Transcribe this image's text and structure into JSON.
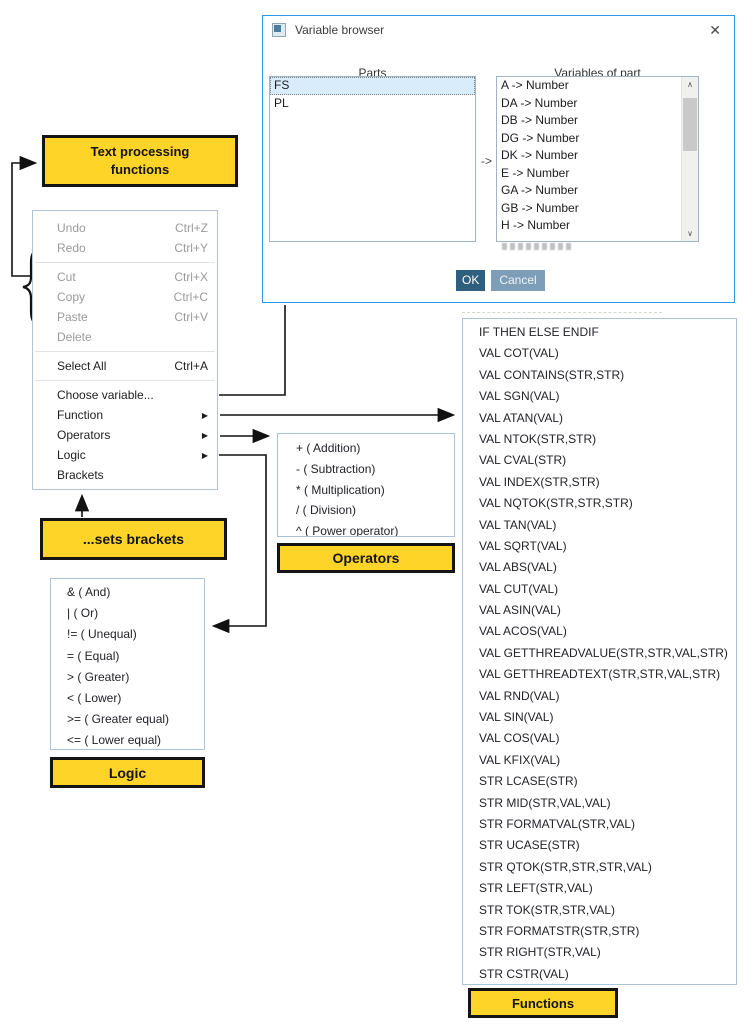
{
  "icons": {
    "close": "✕",
    "scroll_up": "∧",
    "scroll_down": "∨",
    "submenu_arrow": "▶"
  },
  "dialog": {
    "title": "Variable browser",
    "parts_label": "Parts",
    "variables_label": "Variables of part",
    "transfer_glyph": "->",
    "parts": [
      {
        "label": "FS",
        "selected": true
      },
      {
        "label": "PL",
        "selected": false
      }
    ],
    "variables": [
      "A -> Number",
      "DA -> Number",
      "DB -> Number",
      "DG -> Number",
      "DK -> Number",
      "E -> Number",
      "GA -> Number",
      "GB -> Number",
      "H -> Number"
    ],
    "ok_label": "OK",
    "cancel_label": "Cancel"
  },
  "context_menu": {
    "items": [
      {
        "label": "Undo",
        "shortcut": "Ctrl+Z",
        "disabled": true
      },
      {
        "label": "Redo",
        "shortcut": "Ctrl+Y",
        "disabled": true
      },
      {
        "separator": true
      },
      {
        "label": "Cut",
        "shortcut": "Ctrl+X",
        "disabled": true
      },
      {
        "label": "Copy",
        "shortcut": "Ctrl+C",
        "disabled": true
      },
      {
        "label": "Paste",
        "shortcut": "Ctrl+V",
        "disabled": true
      },
      {
        "label": "Delete",
        "disabled": true
      },
      {
        "separator": true
      },
      {
        "label": "Select All",
        "shortcut": "Ctrl+A"
      },
      {
        "separator": true
      },
      {
        "label": "Choose variable..."
      },
      {
        "label": "Function",
        "submenu": true
      },
      {
        "label": "Operators",
        "submenu": true
      },
      {
        "label": "Logic",
        "submenu": true
      },
      {
        "label": "Brackets"
      }
    ]
  },
  "operators_menu": {
    "label": "Operators",
    "items": [
      "+ ( Addition)",
      "- ( Subtraction)",
      "* ( Multiplication)",
      "/ ( Division)",
      "^ ( Power operator)"
    ]
  },
  "logic_menu": {
    "label": "Logic",
    "items": [
      "& ( And)",
      "| ( Or)",
      "!= ( Unequal)",
      "= ( Equal)",
      "> ( Greater)",
      "< ( Lower)",
      ">= ( Greater equal)",
      "<= ( Lower equal)"
    ]
  },
  "functions_list": {
    "label": "Functions",
    "items": [
      "IF THEN ELSE ENDIF",
      "VAL COT(VAL)",
      "VAL CONTAINS(STR,STR)",
      "VAL SGN(VAL)",
      "VAL ATAN(VAL)",
      "VAL NTOK(STR,STR)",
      "VAL CVAL(STR)",
      "VAL INDEX(STR,STR)",
      "VAL NQTOK(STR,STR,STR)",
      "VAL TAN(VAL)",
      "VAL SQRT(VAL)",
      "VAL ABS(VAL)",
      "VAL CUT(VAL)",
      "VAL ASIN(VAL)",
      "VAL ACOS(VAL)",
      "VAL GETTHREADVALUE(STR,STR,VAL,STR)",
      "VAL GETTHREADTEXT(STR,STR,VAL,STR)",
      "VAL RND(VAL)",
      "VAL SIN(VAL)",
      "VAL COS(VAL)",
      "VAL KFIX(VAL)",
      "STR LCASE(STR)",
      "STR MID(STR,VAL,VAL)",
      "STR FORMATVAL(STR,VAL)",
      "STR UCASE(STR)",
      "STR QTOK(STR,STR,STR,VAL)",
      "STR LEFT(STR,VAL)",
      "STR TOK(STR,STR,VAL)",
      "STR FORMATSTR(STR,STR)",
      "STR RIGHT(STR,VAL)",
      "STR CSTR(VAL)"
    ]
  },
  "callouts": {
    "text_processing_line1": "Text processing",
    "text_processing_line2": "functions",
    "sets_brackets": "...sets brackets"
  },
  "colors": {
    "accent_yellow": "#ffd428",
    "dialog_border": "#2e9be8",
    "panel_border": "#abc3d9",
    "ok_button": "#2e5f7f",
    "cancel_button": "#7e9db6",
    "selected_row": "#d8ecfb"
  }
}
